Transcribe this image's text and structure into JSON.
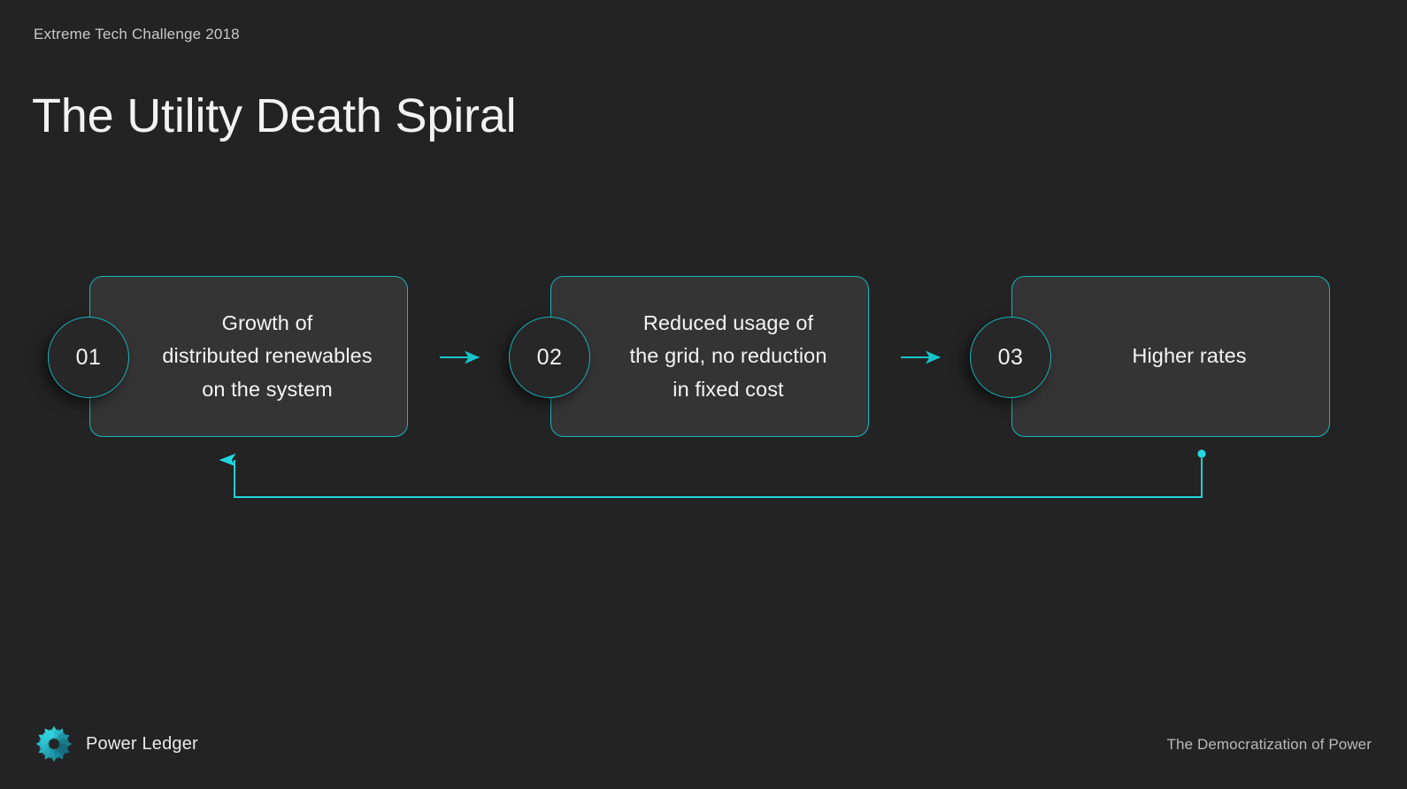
{
  "slide": {
    "eyebrow": "Extreme Tech Challenge 2018",
    "title": "The Utility Death Spiral",
    "background_color": "#232323",
    "accent_color": "#17b5bd",
    "accent_bright_color": "#21d8e0",
    "card_fill_color": "#343434",
    "badge_fill_color": "#272727",
    "text_color": "#f4f4f4"
  },
  "diagram": {
    "type": "cycle-flow",
    "steps": [
      {
        "number": "01",
        "text": "Growth of\ndistributed renewables\non the system",
        "lines": [
          "Growth of",
          "distributed renewables",
          "on the system"
        ]
      },
      {
        "number": "02",
        "text": "Reduced usage of\nthe grid, no reduction\nin fixed cost",
        "lines": [
          "Reduced usage of",
          "the grid, no reduction",
          "in fixed cost"
        ]
      },
      {
        "number": "03",
        "text": "Higher rates",
        "lines": [
          "Higher rates"
        ]
      }
    ],
    "connectors": [
      {
        "name": "arrow-step1-to-step2",
        "from": "01",
        "to": "02",
        "shape": "straight-arrow-right"
      },
      {
        "name": "arrow-step2-to-step3",
        "from": "02",
        "to": "03",
        "shape": "straight-arrow-right"
      },
      {
        "name": "feedback-loop-step3-to-step1",
        "from": "03",
        "to": "01",
        "shape": "elbow-arrow-up-left"
      }
    ]
  },
  "footer": {
    "brand": "Power Ledger",
    "tagline": "The Democratization of Power"
  }
}
